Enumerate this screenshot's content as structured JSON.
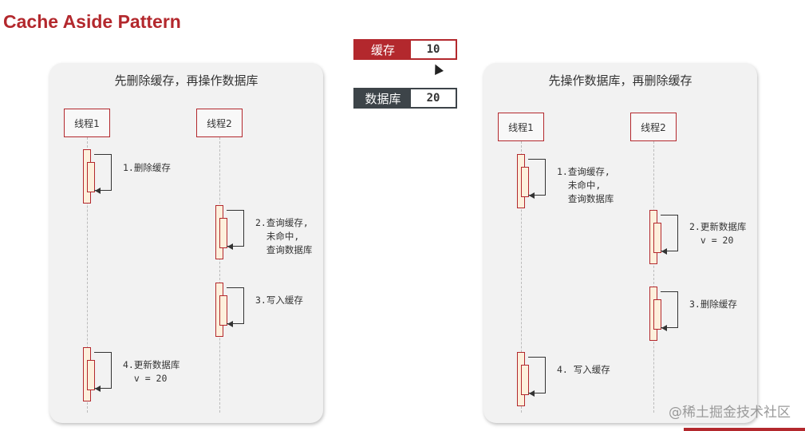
{
  "title": "Cache Aside Pattern",
  "cache_box": {
    "label": "缓存",
    "value": "10",
    "color": "#b3282d"
  },
  "db_box": {
    "label": "数据库",
    "value": "20",
    "color": "#3d4449"
  },
  "left": {
    "title": "先删除缓存，再操作数据库",
    "actor1": "线程1",
    "actor2": "线程2",
    "step1": "1.删除缓存",
    "step2": "2.查询缓存,\n  未命中,\n  查询数据库",
    "step3": "3.写入缓存",
    "step4": "4.更新数据库\n  v = 20"
  },
  "right": {
    "title": "先操作数据库，再删除缓存",
    "actor1": "线程1",
    "actor2": "线程2",
    "step1": "1.查询缓存,\n  未命中,\n  查询数据库",
    "step2": "2.更新数据库\n  v = 20",
    "step3": "3.删除缓存",
    "step4": "4. 写入缓存"
  },
  "watermark": "@稀土掘金技术社区"
}
